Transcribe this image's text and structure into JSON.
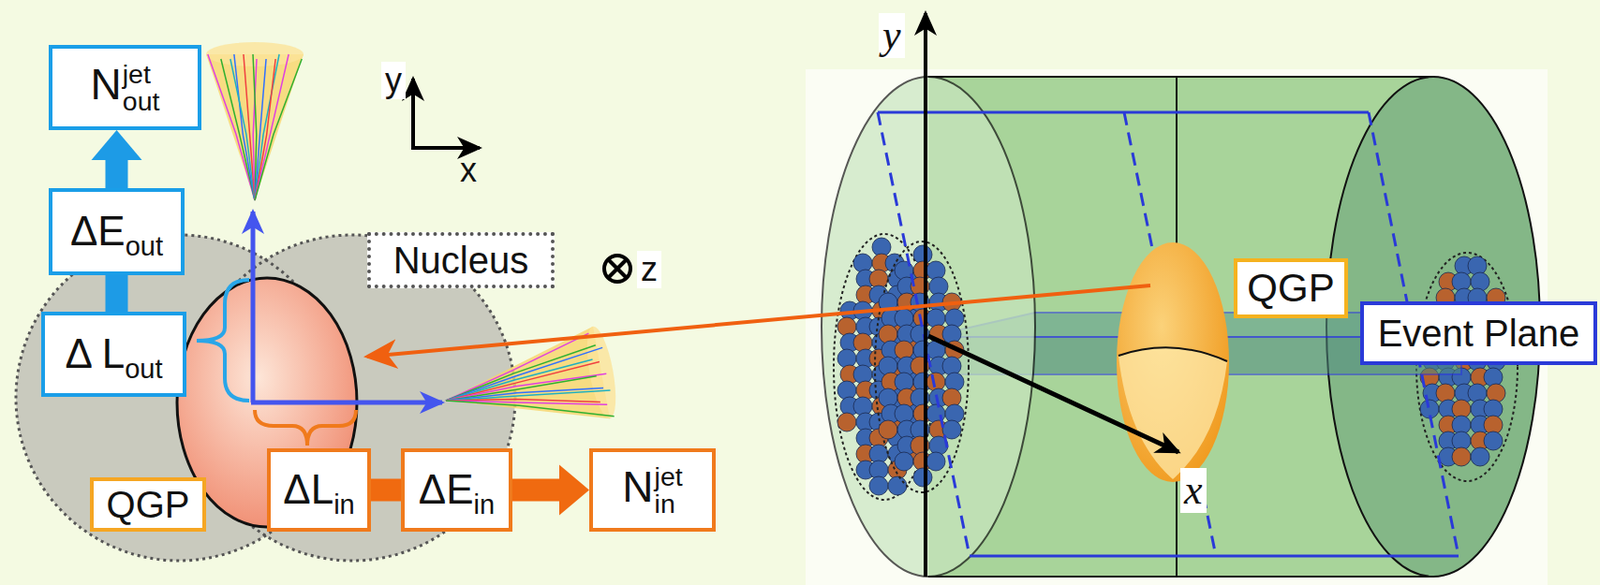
{
  "diagram": {
    "nodes": [
      {
        "text": [
          "N",
          "out",
          "jet"
        ]
      },
      {
        "text": [
          "ΔE",
          "out"
        ]
      },
      {
        "text": [
          "Δ L",
          "out"
        ]
      },
      {
        "text": [
          "QGP"
        ]
      },
      {
        "text": [
          "ΔL",
          "in"
        ]
      },
      {
        "text": [
          "ΔE",
          "in"
        ]
      },
      {
        "text": [
          "N",
          "in",
          "jet"
        ]
      },
      {
        "text": [
          "Nucleus"
        ]
      },
      {
        "text": [
          "QGP"
        ]
      },
      {
        "text": [
          "Event Plane"
        ]
      }
    ],
    "edges": [
      {
        "from": 2,
        "to": 1,
        "arrow": "none"
      },
      {
        "from": 1,
        "to": 0,
        "arrow": "to"
      },
      {
        "from": 4,
        "to": 5,
        "arrow": "none"
      },
      {
        "from": 5,
        "to": 6,
        "arrow": "to"
      }
    ],
    "labels": [
      "y",
      "x",
      "z",
      "y",
      "x"
    ]
  }
}
